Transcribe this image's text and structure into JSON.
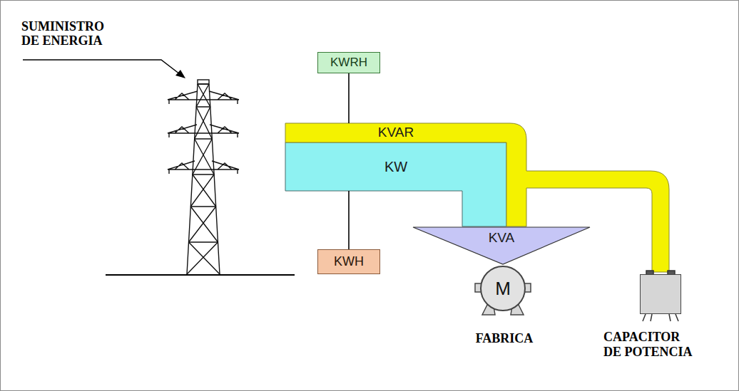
{
  "diagram": {
    "nodes": [
      {
        "text": [
          "KWRH"
        ]
      },
      {
        "text": [
          "KVAR"
        ]
      },
      {
        "text": [
          "KW"
        ]
      },
      {
        "text": [
          "KWH"
        ]
      },
      {
        "text": [
          "KVA"
        ]
      },
      {
        "text": [
          "M",
          "FABRICA"
        ]
      },
      {
        "text": [
          "CAPACITOR DE POTENCIA"
        ]
      }
    ],
    "edges": [
      {
        "from": 0,
        "to": 1,
        "arrow": "none"
      },
      {
        "from": 3,
        "to": 2,
        "arrow": "none"
      }
    ],
    "labels": [
      "SUMINISTRO DE ENERGIA"
    ]
  }
}
